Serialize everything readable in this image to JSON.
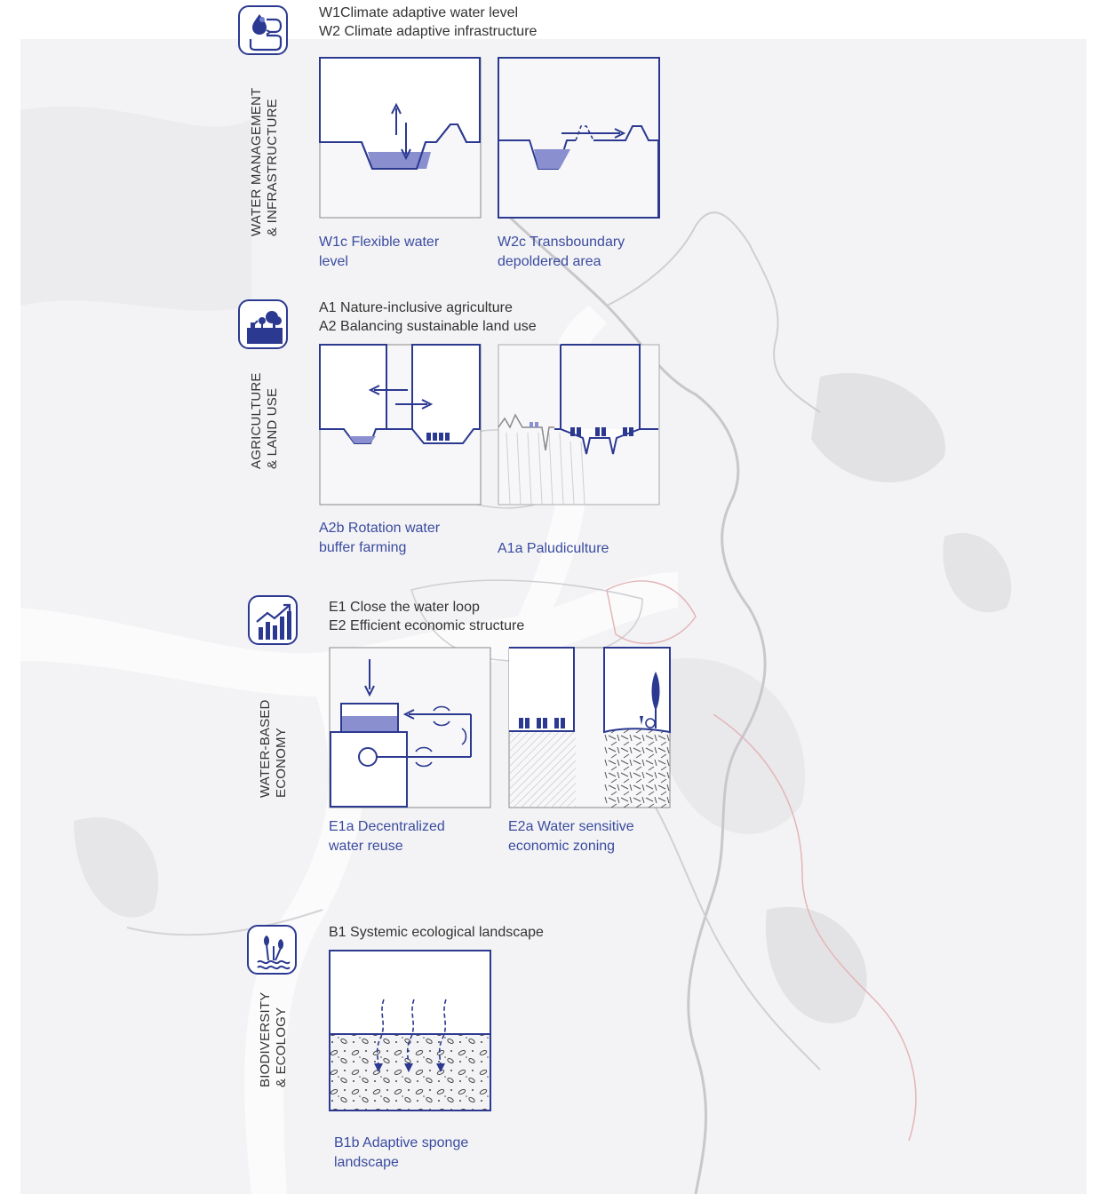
{
  "colors": {
    "accent": "#2b3990",
    "accent_light": "#8a8fcf",
    "caption": "#3a4ba0",
    "text": "#333333",
    "map_bg": "#f3f3f5"
  },
  "sections": [
    {
      "id": "water",
      "icon": "water-drop-cycle-icon",
      "category_lines": [
        "WATER MANAGEMENT",
        "& INFRASTRUCTURE"
      ],
      "heading_lines": [
        "W1Climate adaptive water level",
        "W2 Climate adaptive infrastructure"
      ],
      "panels": [
        {
          "caption_lines": [
            "W1c Flexible water",
            "level"
          ]
        },
        {
          "caption_lines": [
            "W2c Transboundary",
            "depoldered area"
          ]
        }
      ]
    },
    {
      "id": "agriculture",
      "icon": "farm-trees-icon",
      "category_lines": [
        "AGRICULTURE",
        "& LAND USE"
      ],
      "heading_lines": [
        "A1 Nature-inclusive agriculture",
        "A2  Balancing sustainable land use"
      ],
      "panels": [
        {
          "caption_lines": [
            "A2b Rotation water",
            "buffer farming"
          ]
        },
        {
          "caption_lines": [
            "A1a Paludiculture"
          ]
        }
      ]
    },
    {
      "id": "economy",
      "icon": "growth-chart-icon",
      "category_lines": [
        "WATER-BASED",
        "ECONOMY"
      ],
      "heading_lines": [
        "E1 Close the water loop",
        "E2 Efficient economic structure"
      ],
      "panels": [
        {
          "caption_lines": [
            "E1a Decentralized",
            "water reuse"
          ]
        },
        {
          "caption_lines": [
            "E2a Water sensitive",
            "economic zoning"
          ]
        }
      ]
    },
    {
      "id": "biodiversity",
      "icon": "reed-water-icon",
      "category_lines": [
        "BIODIVERSITY",
        "& ECOLOGY"
      ],
      "heading_lines": [
        "B1 Systemic ecological landscape"
      ],
      "panels": [
        {
          "caption_lines": [
            "B1b Adaptive sponge",
            "landscape"
          ]
        }
      ]
    }
  ]
}
